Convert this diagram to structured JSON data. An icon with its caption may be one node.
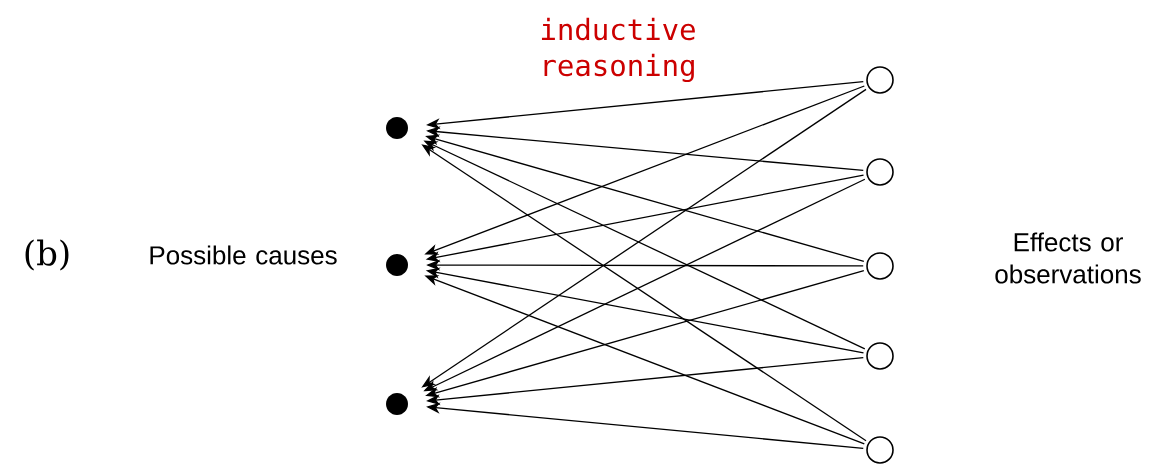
{
  "diagram": {
    "nodes": [
      {
        "text": [],
        "shape": "circle"
      },
      {
        "text": [],
        "shape": "circle"
      },
      {
        "text": [],
        "shape": "circle"
      },
      {
        "text": [],
        "shape": "circle"
      },
      {
        "text": [],
        "shape": "circle"
      },
      {
        "text": [],
        "shape": "circle"
      },
      {
        "text": [],
        "shape": "circle"
      },
      {
        "text": [],
        "shape": "circle"
      }
    ],
    "edges": [
      {
        "from": 3,
        "to": 0,
        "arrow": "to"
      },
      {
        "from": 3,
        "to": 1,
        "arrow": "to"
      },
      {
        "from": 3,
        "to": 2,
        "arrow": "to"
      },
      {
        "from": 4,
        "to": 0,
        "arrow": "to"
      },
      {
        "from": 4,
        "to": 1,
        "arrow": "to"
      },
      {
        "from": 4,
        "to": 2,
        "arrow": "to"
      },
      {
        "from": 5,
        "to": 0,
        "arrow": "to"
      },
      {
        "from": 5,
        "to": 1,
        "arrow": "to"
      },
      {
        "from": 5,
        "to": 2,
        "arrow": "to"
      },
      {
        "from": 6,
        "to": 0,
        "arrow": "to"
      },
      {
        "from": 6,
        "to": 1,
        "arrow": "to"
      },
      {
        "from": 6,
        "to": 2,
        "arrow": "to"
      },
      {
        "from": 7,
        "to": 0,
        "arrow": "to"
      },
      {
        "from": 7,
        "to": 1,
        "arrow": "to"
      },
      {
        "from": 7,
        "to": 2,
        "arrow": "to"
      }
    ],
    "labels": [
      "inductive reasoning",
      "(b)",
      "Possible causes",
      "Effects or observations"
    ]
  }
}
